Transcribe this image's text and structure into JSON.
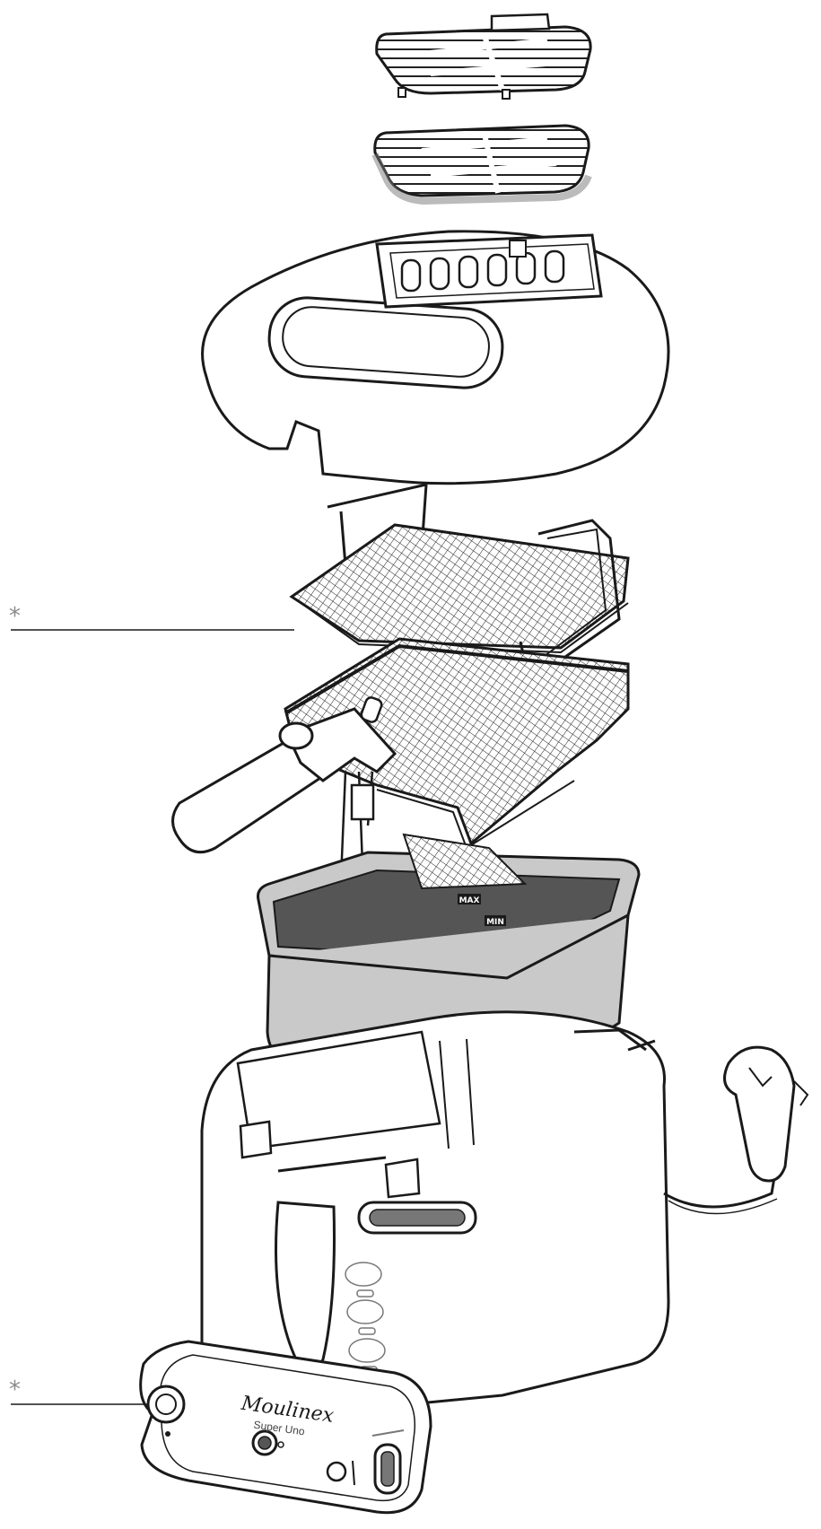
{
  "callouts": [
    {
      "id": "oil-filter",
      "symbol": "*"
    },
    {
      "id": "control-button",
      "symbol": "*"
    }
  ],
  "bowl_labels": {
    "max": "MAX",
    "min": "MIN"
  },
  "control_panel": {
    "brand": "Moulinex",
    "model": "Super Uno"
  },
  "colors": {
    "line": "#1a1a1a",
    "bowl_fill": "#c9c9c9",
    "bowl_inner": "#555555",
    "shadow": "#e6e6e6",
    "callout": "#8a8a8a"
  }
}
